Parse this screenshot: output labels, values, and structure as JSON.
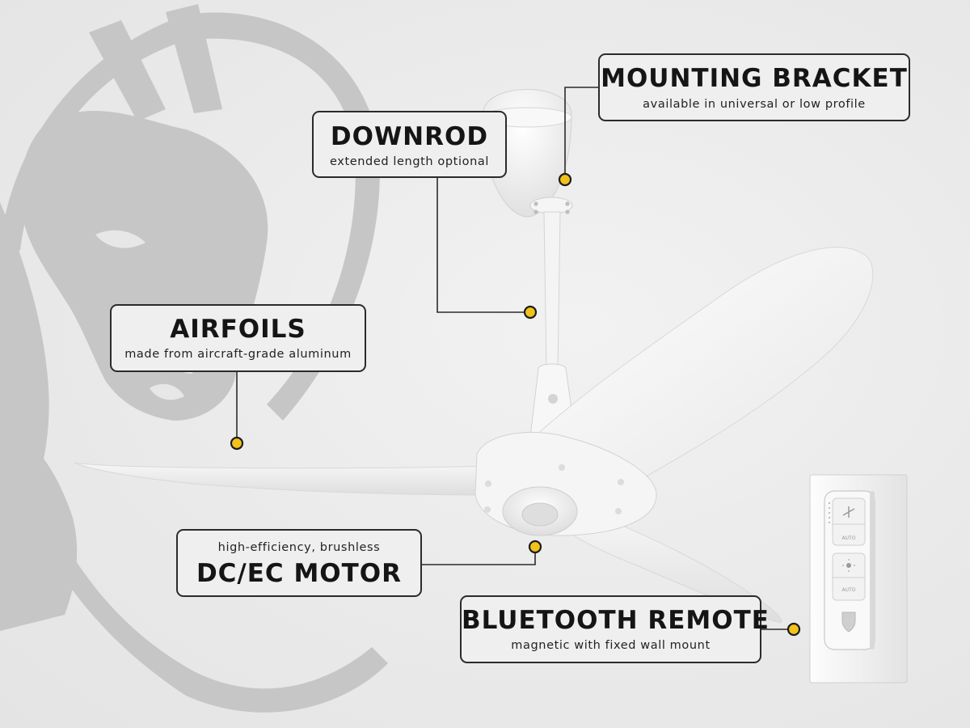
{
  "callouts": {
    "mounting_bracket": {
      "title": "MOUNTING BRACKET",
      "subtitle": "available in universal or low profile"
    },
    "downrod": {
      "title": "DOWNROD",
      "subtitle": "extended length optional"
    },
    "airfoils": {
      "title": "AIRFOILS",
      "subtitle": "made from aircraft-grade aluminum"
    },
    "motor": {
      "title": "DC/EC MOTOR",
      "subtitle": "high-efficiency, brushless"
    },
    "remote": {
      "title": "BLUETOOTH REMOTE",
      "subtitle": "magnetic with fixed wall mount"
    }
  },
  "remote_labels": {
    "auto_1": "AUTO",
    "auto_2": "AUTO"
  },
  "colors": {
    "marker_fill": "#f2c21b",
    "line": "#2b2b2b",
    "logo_gray": "#c4c4c4",
    "product_white": "#fafafa"
  },
  "icons": [
    "donkey-logo-watermark",
    "fan-icon",
    "light-icon",
    "brand-shield-icon"
  ]
}
